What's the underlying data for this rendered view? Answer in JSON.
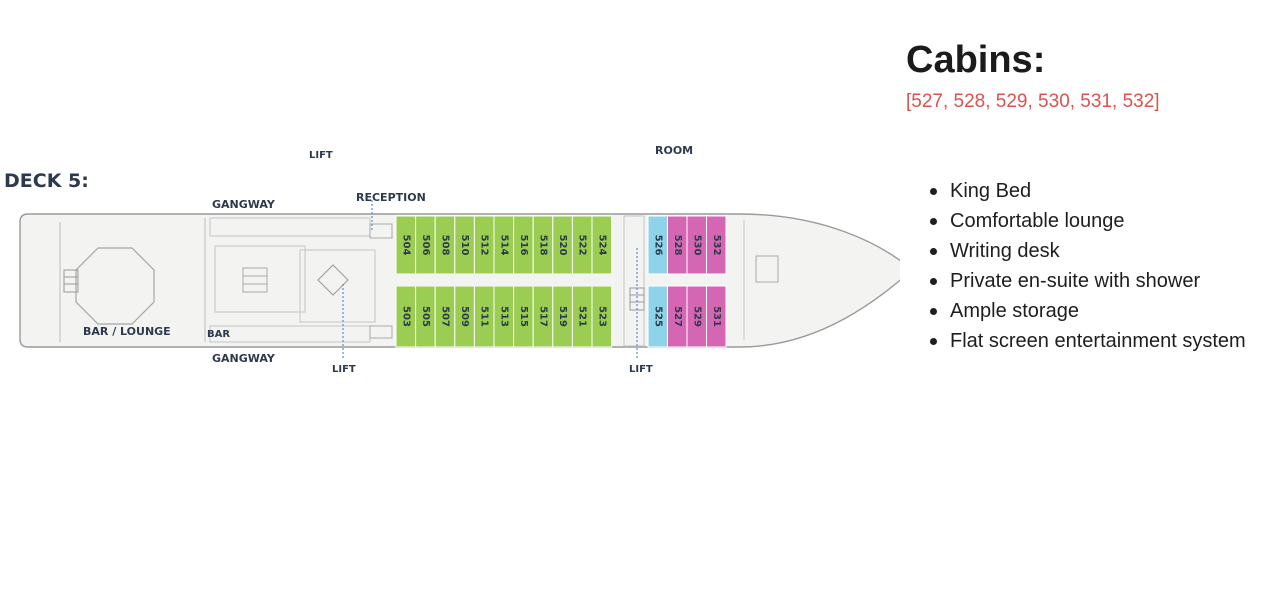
{
  "deck": {
    "title": "DECK 5:",
    "labels": {
      "lift_top": "LIFT",
      "room": "ROOM",
      "gangway_top": "GANGWAY",
      "reception": "RECEPTION",
      "bar_lounge": "BAR / LOUNGE",
      "bar": "BAR",
      "gangway_bottom": "GANGWAY",
      "lift_bottom_left": "LIFT",
      "lift_bottom_right": "LIFT"
    },
    "cabins_top": [
      {
        "num": "504",
        "cat": "green"
      },
      {
        "num": "506",
        "cat": "green"
      },
      {
        "num": "508",
        "cat": "green"
      },
      {
        "num": "510",
        "cat": "green"
      },
      {
        "num": "512",
        "cat": "green"
      },
      {
        "num": "514",
        "cat": "green"
      },
      {
        "num": "516",
        "cat": "green"
      },
      {
        "num": "518",
        "cat": "green"
      },
      {
        "num": "520",
        "cat": "green"
      },
      {
        "num": "522",
        "cat": "green"
      },
      {
        "num": "524",
        "cat": "green"
      },
      {
        "num": "526",
        "cat": "blue"
      },
      {
        "num": "528",
        "cat": "pink"
      },
      {
        "num": "530",
        "cat": "pink"
      },
      {
        "num": "532",
        "cat": "pink"
      }
    ],
    "cabins_bottom": [
      {
        "num": "503",
        "cat": "green"
      },
      {
        "num": "505",
        "cat": "green"
      },
      {
        "num": "507",
        "cat": "green"
      },
      {
        "num": "509",
        "cat": "green"
      },
      {
        "num": "511",
        "cat": "green"
      },
      {
        "num": "513",
        "cat": "green"
      },
      {
        "num": "515",
        "cat": "green"
      },
      {
        "num": "517",
        "cat": "green"
      },
      {
        "num": "519",
        "cat": "green"
      },
      {
        "num": "521",
        "cat": "green"
      },
      {
        "num": "523",
        "cat": "green"
      },
      {
        "num": "525",
        "cat": "blue"
      },
      {
        "num": "527",
        "cat": "pink"
      },
      {
        "num": "529",
        "cat": "pink"
      },
      {
        "num": "531",
        "cat": "pink"
      }
    ],
    "colors": {
      "green": "#9acd52",
      "blue": "#8fd3ea",
      "pink": "#d466b4",
      "hull": "#f3f3f1",
      "outline": "#9a9a9a"
    }
  },
  "info": {
    "title": "Cabins:",
    "cabins": "[527, 528, 529, 530, 531, 532]",
    "features": [
      "King Bed",
      "Comfortable lounge",
      "Writing desk",
      "Private en-suite with shower",
      "Ample storage",
      "Flat screen entertainment system"
    ]
  }
}
